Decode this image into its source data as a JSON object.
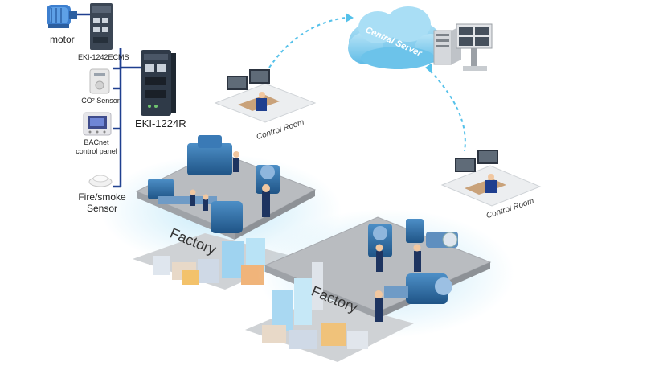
{
  "devices": {
    "motor": "motor",
    "eki_1242": "EKI-1242ECMS",
    "co2": "CO² Sensor",
    "bacnet_line1": "BACnet",
    "bacnet_line2": "control panel",
    "smoke_line1": "Fire/smoke",
    "smoke_line2": "Sensor",
    "eki_1224": "EKI-1224R"
  },
  "areas": {
    "factory_left": "Factory",
    "factory_right": "Factory",
    "control_room_top": "Control Room",
    "control_room_right": "Control Room"
  },
  "cloud": {
    "label": "Central Server"
  },
  "colors": {
    "line_navy": "#1f3f8f",
    "dash_blue": "#55c1ea",
    "cloud": "#8fd2ef",
    "machine_blue": "#2f6fa8",
    "floor": "#b9bcc0",
    "glow": "#bfe7f8"
  }
}
